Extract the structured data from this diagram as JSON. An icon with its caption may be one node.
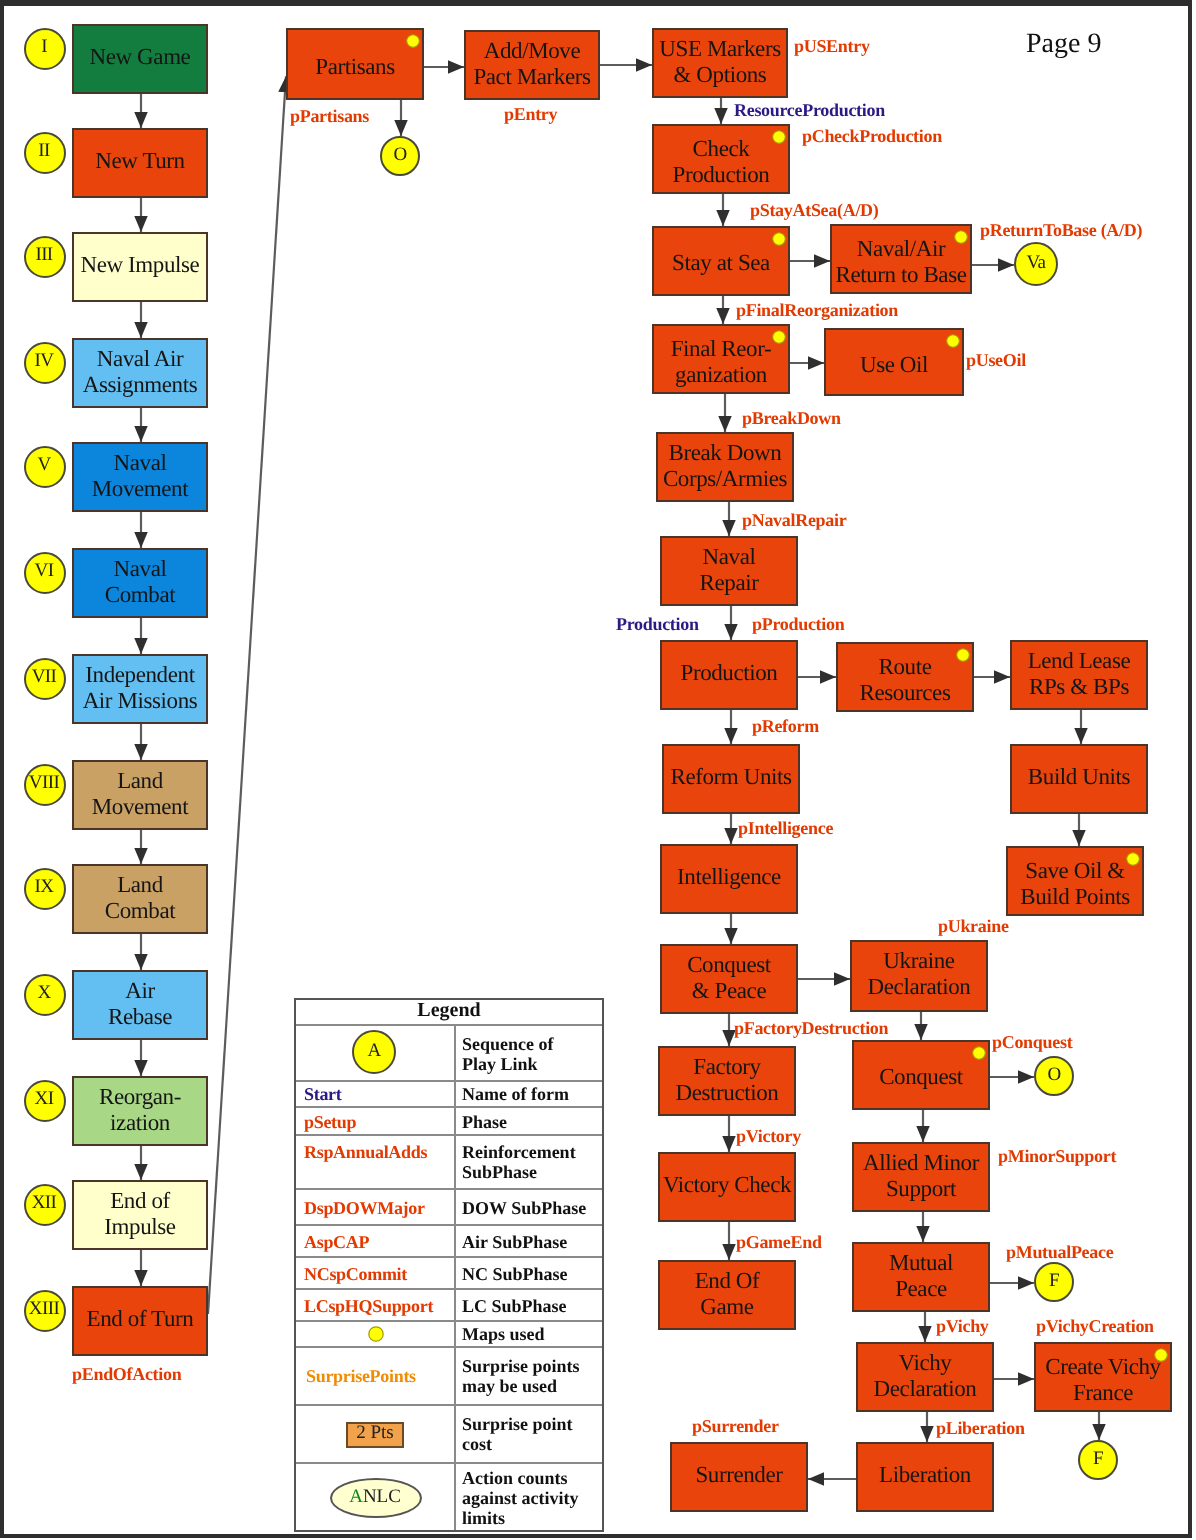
{
  "diagram": {
    "nodes": [
      {
        "text": [
          "I"
        ]
      },
      {
        "text": [
          "New Game"
        ]
      },
      {
        "text": [
          "II"
        ]
      },
      {
        "text": [
          "New Turn"
        ]
      },
      {
        "text": [
          "III"
        ]
      },
      {
        "text": [
          "New Impulse"
        ]
      },
      {
        "text": [
          "IV"
        ]
      },
      {
        "text": [
          "Naval Air Assignments"
        ]
      },
      {
        "text": [
          "V"
        ]
      },
      {
        "text": [
          "Naval Movement"
        ]
      },
      {
        "text": [
          "VI"
        ]
      },
      {
        "text": [
          "Naval Combat"
        ]
      },
      {
        "text": [
          "VII"
        ]
      },
      {
        "text": [
          "Independent Air Missions"
        ]
      },
      {
        "text": [
          "VIII"
        ]
      },
      {
        "text": [
          "Land Movement"
        ]
      },
      {
        "text": [
          "IX"
        ]
      },
      {
        "text": [
          "Land Combat"
        ]
      },
      {
        "text": [
          "X"
        ]
      },
      {
        "text": [
          "Air Rebase"
        ]
      },
      {
        "text": [
          "XI"
        ]
      },
      {
        "text": [
          "Reorgan- ization"
        ]
      },
      {
        "text": [
          "XII"
        ]
      },
      {
        "text": [
          "End of Impulse"
        ]
      },
      {
        "text": [
          "XIII"
        ]
      },
      {
        "text": [
          "End of Turn"
        ],
        "beside": [
          "pEndOfAction"
        ]
      },
      {
        "text": [
          "Partisans"
        ],
        "beside": [
          "pPartisans"
        ]
      },
      {
        "text": [
          "O"
        ]
      },
      {
        "text": [
          "Add/Move Pact Markers"
        ],
        "beside": [
          "pEntry"
        ]
      },
      {
        "text": [
          "USE Markers & Options"
        ],
        "beside": [
          "pUSEntry"
        ]
      },
      {
        "text": [
          "Check Production"
        ],
        "beside": [
          "ResourceProduction",
          "pCheckProduction"
        ]
      },
      {
        "text": [
          "Stay at Sea"
        ],
        "beside": [
          "pStayAtSea(A/D)"
        ]
      },
      {
        "text": [
          "Naval/Air Return to Base"
        ],
        "beside": [
          "pReturnToBase (A/D)"
        ]
      },
      {
        "text": [
          "Va"
        ]
      },
      {
        "text": [
          "Final Reor- ganization"
        ],
        "beside": [
          "pFinalReorganization"
        ]
      },
      {
        "text": [
          "Use Oil"
        ],
        "beside": [
          "pUseOil"
        ]
      },
      {
        "text": [
          "Break Down Corps/Armies"
        ],
        "beside": [
          "pBreakDown"
        ]
      },
      {
        "text": [
          "Naval Repair"
        ],
        "beside": [
          "pNavalRepair"
        ]
      },
      {
        "text": [
          "Production"
        ],
        "beside": [
          "Production",
          "pProduction"
        ]
      },
      {
        "text": [
          "Route Resources"
        ]
      },
      {
        "text": [
          "Lend Lease RPs & BPs"
        ]
      },
      {
        "text": [
          "Build Units"
        ]
      },
      {
        "text": [
          "Save Oil & Build Points"
        ]
      },
      {
        "text": [
          "Reform Units"
        ],
        "beside": [
          "pReform"
        ]
      },
      {
        "text": [
          "Intelligence"
        ],
        "beside": [
          "pIntelligence"
        ]
      },
      {
        "text": [
          "Conquest & Peace"
        ]
      },
      {
        "text": [
          "Ukraine Declaration"
        ],
        "beside": [
          "pUkraine"
        ]
      },
      {
        "text": [
          "Factory Destruction"
        ],
        "beside": [
          "pFactoryDestruction"
        ]
      },
      {
        "text": [
          "Conquest"
        ],
        "beside": [
          "pConquest"
        ]
      },
      {
        "text": [
          "O"
        ]
      },
      {
        "text": [
          "Victory Check"
        ],
        "beside": [
          "pVictory"
        ]
      },
      {
        "text": [
          "Allied Minor Support"
        ],
        "beside": [
          "pMinorSupport"
        ]
      },
      {
        "text": [
          "End Of Game"
        ],
        "beside": [
          "pGameEnd"
        ]
      },
      {
        "text": [
          "Mutual Peace"
        ]
      },
      {
        "text": [
          "F"
        ]
      },
      {
        "text": [
          "Vichy Declaration"
        ],
        "beside": [
          "pVichy"
        ]
      },
      {
        "text": [
          "Create Vichy France"
        ],
        "beside": [
          "pVichyCreation"
        ]
      },
      {
        "text": [
          "F"
        ]
      },
      {
        "text": [
          "Surrender"
        ],
        "beside": [
          "pSurrender"
        ]
      },
      {
        "text": [
          "Liberation"
        ],
        "beside": [
          "pLiberation"
        ]
      },
      {
        "text": [
          "A"
        ]
      }
    ],
    "edges": [
      {
        "from": 1,
        "to": 3,
        "arrow": "to"
      },
      {
        "from": 3,
        "to": 5,
        "arrow": "to"
      },
      {
        "from": 5,
        "to": 7,
        "arrow": "to"
      },
      {
        "from": 7,
        "to": 9,
        "arrow": "to"
      },
      {
        "from": 9,
        "to": 11,
        "arrow": "to"
      },
      {
        "from": 11,
        "to": 13,
        "arrow": "to"
      },
      {
        "from": 13,
        "to": 15,
        "arrow": "to"
      },
      {
        "from": 15,
        "to": 17,
        "arrow": "to"
      },
      {
        "from": 17,
        "to": 19,
        "arrow": "to"
      },
      {
        "from": 19,
        "to": 21,
        "arrow": "to"
      },
      {
        "from": 21,
        "to": 23,
        "arrow": "to"
      },
      {
        "from": 23,
        "to": 25,
        "arrow": "to"
      },
      {
        "from": 25,
        "to": 26,
        "arrow": "to"
      },
      {
        "from": 26,
        "to": 27,
        "arrow": "to"
      },
      {
        "from": 26,
        "to": 28,
        "arrow": "to"
      },
      {
        "from": 28,
        "to": 29,
        "arrow": "to"
      },
      {
        "from": 29,
        "to": 30,
        "arrow": "to"
      },
      {
        "from": 30,
        "to": 31,
        "arrow": "to"
      },
      {
        "from": 31,
        "to": 32,
        "arrow": "to"
      },
      {
        "from": 32,
        "to": 33,
        "arrow": "to"
      },
      {
        "from": 31,
        "to": 34,
        "arrow": "to"
      },
      {
        "from": 34,
        "to": 35,
        "arrow": "to"
      },
      {
        "from": 34,
        "to": 36,
        "arrow": "to"
      },
      {
        "from": 36,
        "to": 37,
        "arrow": "to"
      },
      {
        "from": 37,
        "to": 38,
        "arrow": "to"
      },
      {
        "from": 38,
        "to": 39,
        "arrow": "to"
      },
      {
        "from": 39,
        "to": 40,
        "arrow": "to"
      },
      {
        "from": 40,
        "to": 41,
        "arrow": "to"
      },
      {
        "from": 41,
        "to": 42,
        "arrow": "to"
      },
      {
        "from": 38,
        "to": 43,
        "arrow": "to"
      },
      {
        "from": 43,
        "to": 44,
        "arrow": "to"
      },
      {
        "from": 44,
        "to": 45,
        "arrow": "to"
      },
      {
        "from": 45,
        "to": 46,
        "arrow": "to"
      },
      {
        "from": 45,
        "to": 47,
        "arrow": "to"
      },
      {
        "from": 46,
        "to": 48,
        "arrow": "to"
      },
      {
        "from": 48,
        "to": 49,
        "arrow": "to"
      },
      {
        "from": 47,
        "to": 50,
        "arrow": "to"
      },
      {
        "from": 48,
        "to": 51,
        "arrow": "to"
      },
      {
        "from": 50,
        "to": 52,
        "arrow": "to"
      },
      {
        "from": 51,
        "to": 53,
        "arrow": "to"
      },
      {
        "from": 53,
        "to": 54,
        "arrow": "to"
      },
      {
        "from": 53,
        "to": 55,
        "arrow": "to"
      },
      {
        "from": 55,
        "to": 56,
        "arrow": "to"
      },
      {
        "from": 56,
        "to": 57,
        "arrow": "to"
      },
      {
        "from": 55,
        "to": 59,
        "arrow": "to"
      },
      {
        "from": 59,
        "to": 58,
        "arrow": "to"
      }
    ],
    "labels": [
      "Page 9",
      "pMutualPeace",
      "Legend",
      "Start",
      "pSetup",
      "RspAnnualAdds",
      "DspDOWMajor",
      "AspCAP",
      "NCspCommit",
      "LCspHQSupport",
      "SurprisePoints",
      "2 Pts",
      "ANLC"
    ],
    "legend": [
      {
        "text": "Sequence of Play Link"
      },
      {
        "text": "Name of form"
      },
      {
        "text": "Phase"
      },
      {
        "text": "Reinforcement SubPhase"
      },
      {
        "text": "DOW SubPhase"
      },
      {
        "text": "Air SubPhase"
      },
      {
        "text": "NC SubPhase"
      },
      {
        "text": "LC SubPhase"
      },
      {
        "text": "Maps used"
      },
      {
        "text": "Surprise points may be used"
      },
      {
        "text": "Surprise point cost"
      },
      {
        "text": "Action counts against activity limits"
      }
    ]
  }
}
